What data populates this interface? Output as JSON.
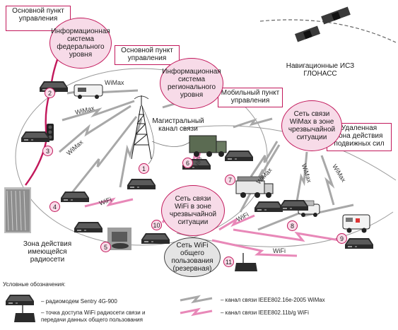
{
  "labels": {
    "main_control_point_1": "Основной пункт\nуправления",
    "main_control_point_2": "Основной пункт\nуправления",
    "mobile_control_point": "Мобильный пункт\nуправления",
    "remote_zone": "Удаленная\nзона действия\nподвижных сил",
    "federal_system": "Информационная\nсистема\nфедерального\nуровня",
    "regional_system": "Информационная\nсистема\nрегионального\nуровня",
    "wimax_emergency": "Сеть связи\nWiMax в зоне\nчрезвычайной\nситуации",
    "wifi_emergency": "Сеть связи\nWiFi в зоне\nчрезвычайной\nситуации",
    "wifi_public": "Сеть WiFi общего\nпользования\n(резервная)",
    "glonass": "Навигационные ИСЗ\nГЛОНАСС",
    "backbone": "Магистральный\nканал связи",
    "existing_radio_zone": "Зона действия\nимеющейся\nрадиосети"
  },
  "links": {
    "wimax": "WiMax",
    "wifi": "WiFi"
  },
  "badges": [
    "1",
    "2",
    "3",
    "4",
    "5",
    "6",
    "7",
    "8",
    "9",
    "10",
    "11"
  ],
  "legend": {
    "title": "Условные обозначения:",
    "modem": "– радиомодем Sentry 4G-900",
    "access_point": "– точка доступа WiFi радиосети связи и\n   передачи данных общего пользования",
    "wimax_channel": "– канал связи IEEE802.16e-2005 WiMax",
    "wifi_channel": "– канал связи IEEE802.11b/g WiFi"
  },
  "colors": {
    "accent": "#c2185b",
    "bubble_fill": "#f7dbe8",
    "wifi_link": "#e888b8",
    "wimax_link": "#a8a8a8",
    "device": "#2b2b2b"
  }
}
